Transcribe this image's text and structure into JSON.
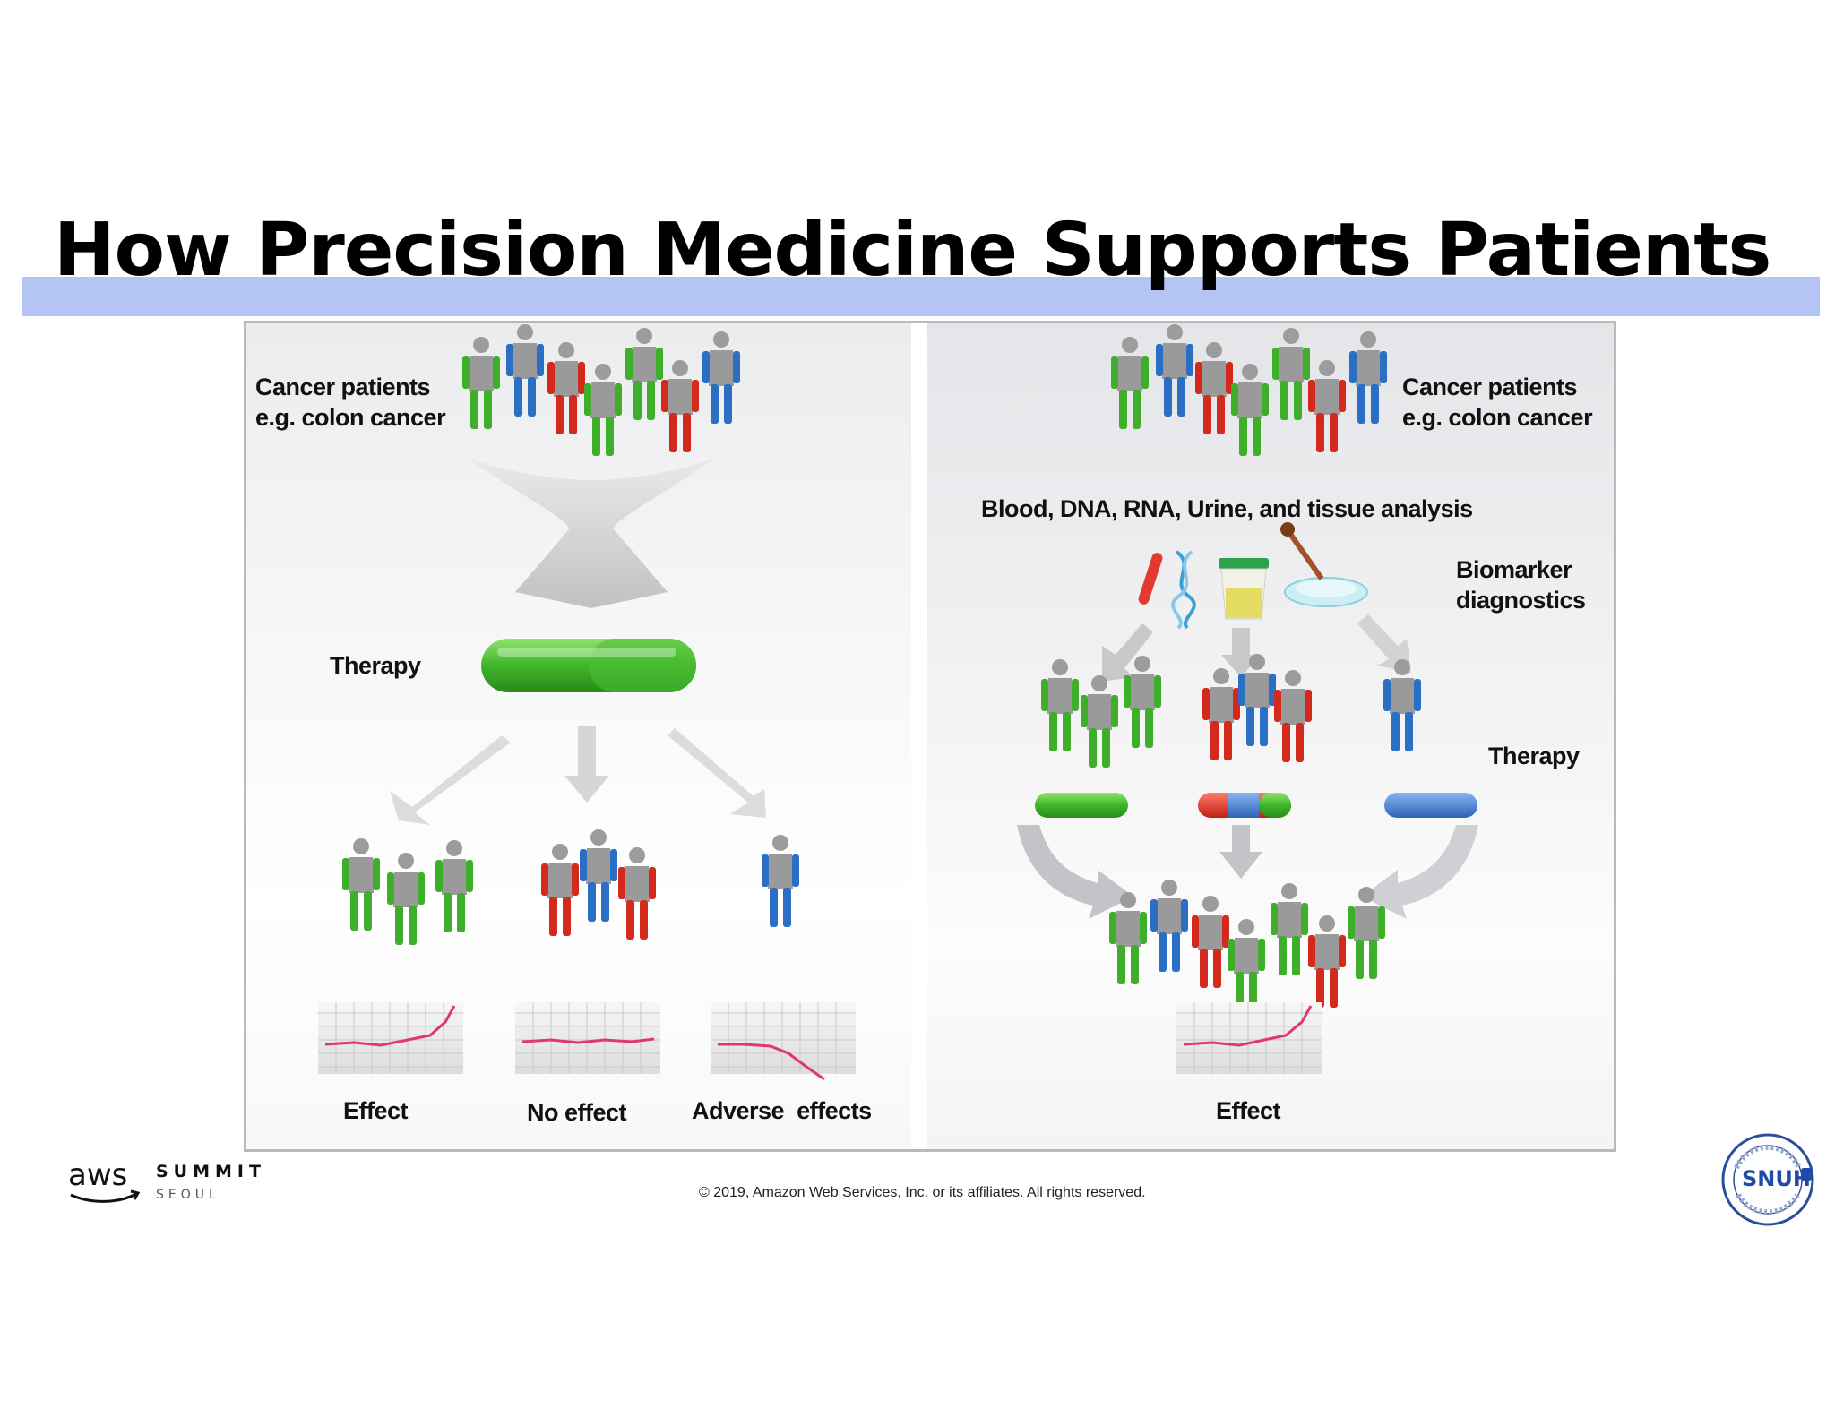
{
  "slide": {
    "title": "How Precision Medicine Supports Patients",
    "copyright": "© 2019, Amazon Web Services, Inc. or its affiliates. All rights reserved."
  },
  "left_panel": {
    "patients_line1": "Cancer patients",
    "patients_line2": "e.g. colon cancer",
    "therapy_label": "Therapy",
    "outcomes": [
      "Effect",
      "No effect",
      "Adverse  effects"
    ]
  },
  "right_panel": {
    "patients_line1": "Cancer patients",
    "patients_line2": "e.g. colon cancer",
    "analysis_label": "Blood, DNA, RNA, Urine, and tissue analysis",
    "biomarker_line1": "Biomarker",
    "biomarker_line2": "diagnostics",
    "therapy_label": "Therapy",
    "outcome": "Effect"
  },
  "logos": {
    "aws": "aws",
    "summit": "SUMMIT",
    "seoul": "SEOUL",
    "snuh": "SNUH"
  },
  "colors": {
    "title_band": "#b3c4f5",
    "green": "#3fae2a",
    "blue": "#2a6fc4",
    "red": "#d42a1e",
    "gray_body": "#9a9a9a"
  }
}
